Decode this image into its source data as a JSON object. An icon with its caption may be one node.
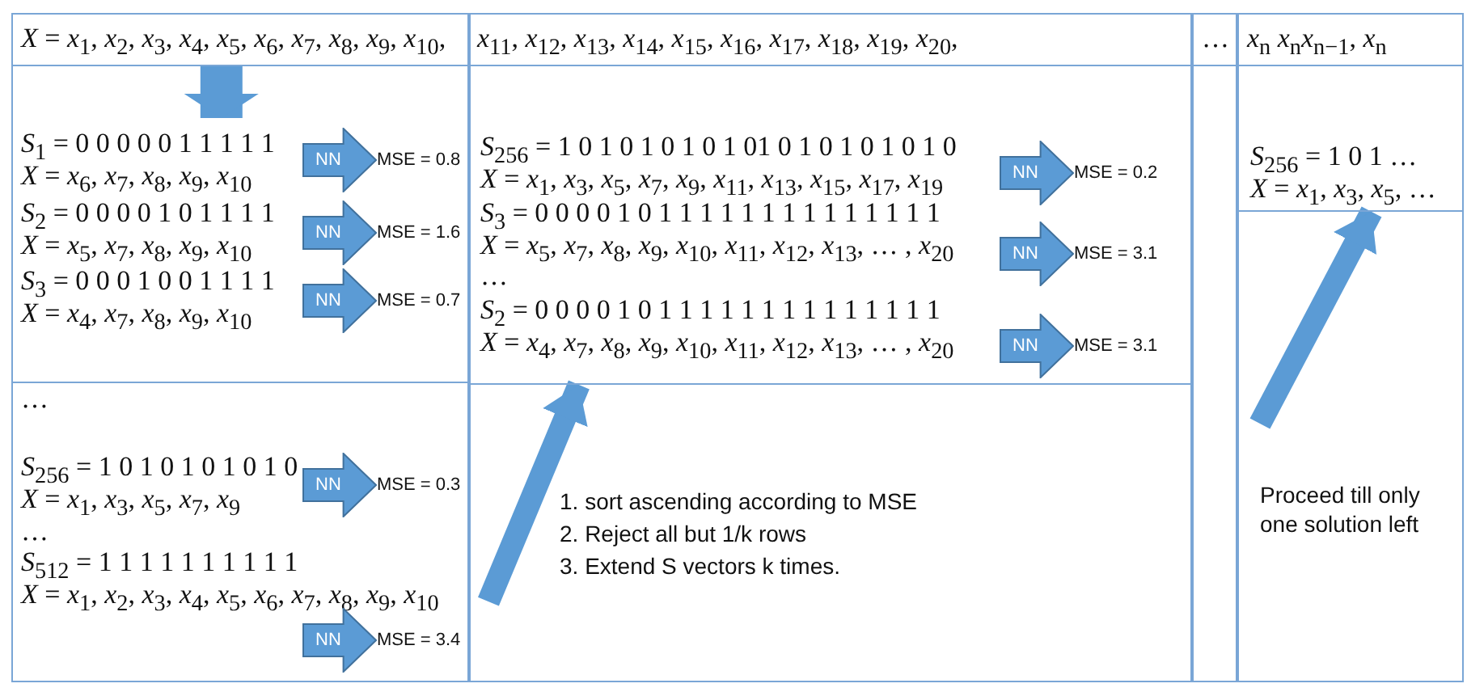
{
  "diagram": {
    "nodes": [
      {
        "text": [
          "*X* = *x*$_{1}$, *x*$_{2}$, *x*$_{3}$, *x*$_{4}$, *x*$_{5}$, *x*$_{6}$, *x*$_{7}$, *x*$_{8}$, *x*$_{9}$, *x*$_{10}$,"
        ]
      },
      {
        "text": [
          "*x*$_{11}$, *x*$_{12}$, *x*$_{13}$, *x*$_{14}$, *x*$_{15}$, *x*$_{16}$,  *x*$_{17}$, *x*$_{18}$, *x*$_{19}$, *x*$_{20}$,"
        ]
      },
      {
        "text": [
          "…"
        ]
      },
      {
        "text": [
          "*x*$_{n}$ *x*$_{n}$*x*$_{n−1}$, *x*$_{n}$"
        ]
      },
      {
        "text": [
          "*S*$_{1}$ = 0 0 0 0 0 1 1 1 1 1",
          "*X* = *x*$_{6}$, *x*$_{7}$, *x*$_{8}$, *x*$_{9}$, *x*$_{10}$",
          "*S*$_{2}$ = 0 0 0 0 1 0 1 1 1 1",
          "*X* = *x*$_{5}$, *x*$_{7}$, *x*$_{8}$, *x*$_{9}$, *x*$_{10}$",
          "*S*$_{3}$ = 0 0 0 1 0 0 1 1 1 1",
          "*X* = *x*$_{4}$, *x*$_{7}$, *x*$_{8}$, *x*$_{9}$, *x*$_{10}$"
        ]
      },
      {
        "text": [
          "NN"
        ],
        "in": 4,
        "beside": [
          "MSE = 0.8"
        ]
      },
      {
        "text": [
          "NN"
        ],
        "in": 4,
        "beside": [
          "MSE = 1.6"
        ]
      },
      {
        "text": [
          "NN"
        ],
        "in": 4,
        "beside": [
          "MSE = 0.7"
        ]
      },
      {
        "text": [
          "…",
          "*S*$_{256}$ = 1 0 1 0 1 0 1 0 1 0",
          "*X* = *x*$_{1}$, *x*$_{3}$, *x*$_{5}$, *x*$_{7}$, *x*$_{9}$",
          "…",
          "*S*$_{512}$ = 1 1 1 1 1 1 1 1 1 1",
          "*X* = *x*$_{1}$, *x*$_{2}$, *x*$_{3}$, *x*$_{4}$, *x*$_{5}$, *x*$_{6}$, *x*$_{7}$, *x*$_{8}$, *x*$_{9}$, *x*$_{10}$"
        ]
      },
      {
        "text": [
          "NN"
        ],
        "in": 8,
        "beside": [
          "MSE = 0.3"
        ]
      },
      {
        "text": [
          "NN"
        ],
        "in": 8,
        "beside": [
          "MSE = 3.4"
        ]
      },
      {
        "text": [
          "*S*$_{256}$ = 1 0 1 0 1 0 1 0 1 01 0 1 0 1 0 1 0 1 0",
          "*X* = *x*$_{1}$, *x*$_{3}$, *x*$_{5}$, *x*$_{7}$, *x*$_{9}$, *x*$_{11}$, *x*$_{13}$, *x*$_{15}$, *x*$_{17}$, *x*$_{19}$",
          "*S*$_{3}$ = 0 0 0 0 1 0 1 1 1 1 1 1 1 1 1 1 1 1 1 1",
          "*X* = *x*$_{5}$, *x*$_{7}$, *x*$_{8}$, *x*$_{9}$, *x*$_{10}$, *x*$_{11}$, *x*$_{12}$, *x*$_{13}$, … , *x*$_{20}$",
          "…",
          "*S*$_{2}$ = 0 0 0 0 1 0 1 1 1 1 1 1 1 1 1 1 1 1 1 1",
          "*X* = *x*$_{4}$, *x*$_{7}$, *x*$_{8}$, *x*$_{9}$, *x*$_{10}$, *x*$_{11}$, *x*$_{12}$, *x*$_{13}$, … , *x*$_{20}$"
        ]
      },
      {
        "text": [
          "NN"
        ],
        "in": 11,
        "beside": [
          "MSE = 0.2"
        ]
      },
      {
        "text": [
          "NN"
        ],
        "in": 11,
        "beside": [
          "MSE = 3.1"
        ]
      },
      {
        "text": [
          "NN"
        ],
        "in": 11,
        "beside": [
          "MSE = 3.1"
        ]
      },
      {
        "text": [
          "1. sort ascending according to MSE",
          "2. Reject all but 1/k rows",
          "3. Extend S vectors k times."
        ]
      },
      {
        "text": [],
        "shape": "box"
      },
      {
        "text": [
          "*S*$_{256}$ = 1 0 1  …",
          "*X* = *x*$_{1}$, *x*$_{3}$, *x*$_{5}$, …"
        ]
      },
      {
        "text": [
          "Proceed till only one solution left"
        ]
      }
    ],
    "edges": [
      {
        "from": 0,
        "to": 4,
        "arrow": "to",
        "style": "thick"
      },
      {
        "from": 15,
        "to": 11,
        "arrow": "to"
      },
      {
        "from": 18,
        "to": 17,
        "arrow": "to"
      }
    ]
  }
}
